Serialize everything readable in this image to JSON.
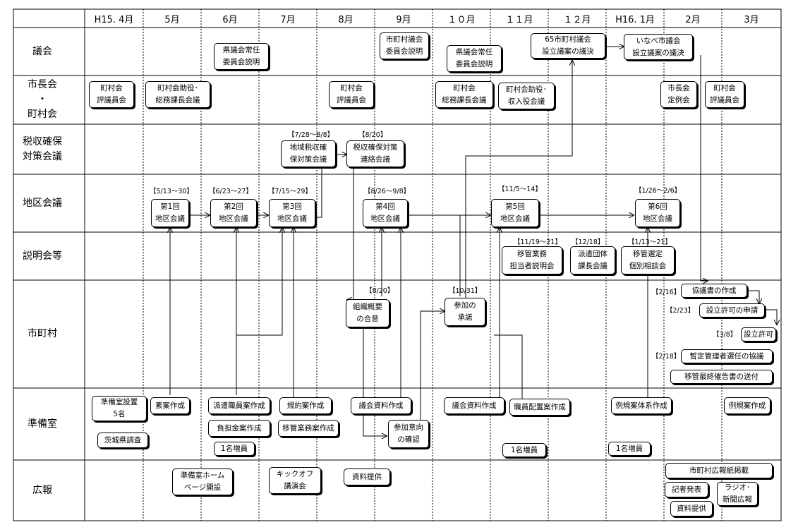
{
  "months": [
    "H15. 4月",
    "5月",
    "6月",
    "7月",
    "8月",
    "9月",
    "１０月",
    "１１月",
    "１２月",
    "H16. 1月",
    "2月",
    "3月"
  ],
  "rows": [
    "議会",
    "市長会\n・\n町村会",
    "税収確保\n対策会議",
    "地区会議",
    "説明会等",
    "市町村",
    "準備室",
    "広報"
  ],
  "boxes": {
    "gikai_1": "県議会常任\n委員会説明",
    "gikai_2": "市町村議会\n委員会説明",
    "gikai_3": "県議会常任\n委員会説明",
    "gikai_4": "65市町村議会\n設立議案の議決",
    "gikai_5": "いなべ市議会\n設立議案の議決",
    "sc_1": "町村会\n評議員会",
    "sc_2": "町村会助役･\n総務課長会議",
    "sc_3": "町村会\n評議員会",
    "sc_4": "町村会\n総務課長会議",
    "sc_5": "町村会助役･\n収入役会議",
    "sc_6": "市長会\n定例会",
    "sc_7": "町村会\n評議員会",
    "tax_1": "地域税収確\n保対策会議",
    "tax_2": "税収確保対策\n連絡会議",
    "ch_1": "第1回\n地区会議",
    "ch_2": "第2回\n地区会議",
    "ch_3": "第3回\n地区会議",
    "ch_4": "第4回\n地区会議",
    "ch_5": "第5回\n地区会議",
    "ch_6": "第6回\n地区会議",
    "ex_1": "移管業務\n担当者説明会",
    "ex_2": "派遣団体\n課長会議",
    "ex_3": "移管選定\n個別相談会",
    "mu_1": "組織概要\nの合意",
    "mu_2": "参加の\n承諾",
    "mu_3": "協議書の作成",
    "mu_4": "設立許可の申請",
    "mu_5": "設立許可",
    "mu_6": "暫定管理者選任の協議",
    "mu_7": "移管最終催告書の送付",
    "pr_1": "準備室設置\n5名",
    "pr_2": "茨城県調査",
    "pr_3": "素案作成",
    "pr_4": "派遣職員案作成",
    "pr_5": "負担金案作成",
    "pr_6": "1名増員",
    "pr_7": "規約案作成",
    "pr_8": "移管業務案作成",
    "pr_9": "議会資料作成",
    "pr_10": "参加意向\nの確認",
    "pr_11": "議会資料作成",
    "pr_12": "職員配置案作成",
    "pr_13": "1名増員",
    "pr_14": "例規案体系作成",
    "pr_15": "1名増員",
    "pr_16": "例規案作成",
    "ko_1": "準備室ホーム\nページ開設",
    "ko_2": "キックオフ\n講演会",
    "ko_3": "資料提供",
    "ko_4": "市町村広報紙掲載",
    "ko_5": "記者発表",
    "ko_6": "ラジオ･\n新聞広報",
    "ko_7": "資料提供"
  },
  "dates": {
    "d1": "【7/28～8/8】",
    "d2": "【8/20】",
    "d3": "【5/13～30】",
    "d4": "【6/23～27】",
    "d5": "【7/15～29】",
    "d6": "【8/26～9/8】",
    "d7": "【11/5～14】",
    "d8": "【1/26～2/6】",
    "d9": "【11/19～21】",
    "d10": "【12/18】",
    "d11": "【1/13～21】",
    "d12": "【8/20】",
    "d13": "【10/31】",
    "d14": "【2/16】",
    "d15": "【2/23】",
    "d16": "【3/8】",
    "d17": "【2/18】"
  }
}
